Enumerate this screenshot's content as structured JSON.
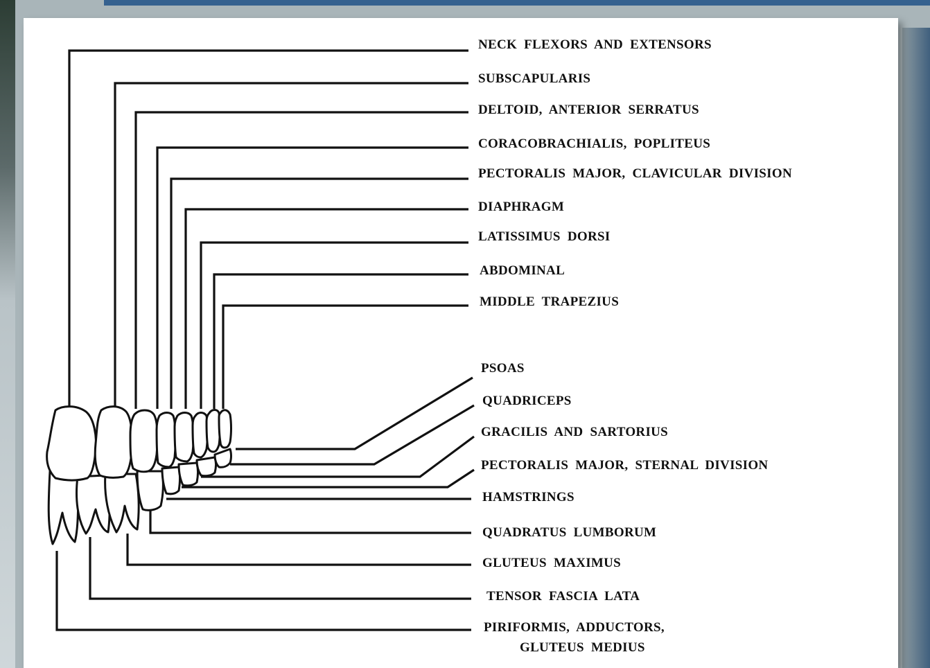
{
  "diagram": {
    "upper_labels": [
      "NECK FLEXORS AND EXTENSORS",
      "SUBSCAPULARIS",
      "DELTOID, ANTERIOR SERRATUS",
      "CORACOBRACHIALIS, POPLITEUS",
      "PECTORALIS MAJOR, CLAVICULAR DIVISION",
      "DIAPHRAGM",
      "LATISSIMUS DORSI",
      "ABDOMINAL",
      "MIDDLE TRAPEZIUS"
    ],
    "lower_labels": [
      "PSOAS",
      "QUADRICEPS",
      "GRACILIS AND SARTORIUS",
      "PECTORALIS MAJOR, STERNAL DIVISION",
      "HAMSTRINGS",
      "QUADRATUS LUMBORUM",
      "GLUTEUS MAXIMUS",
      "TENSOR FASCIA LATA"
    ],
    "last_label_line1": "PIRIFORMIS, ADDUCTORS,",
    "last_label_line2": "GLUTEUS MEDIUS"
  }
}
